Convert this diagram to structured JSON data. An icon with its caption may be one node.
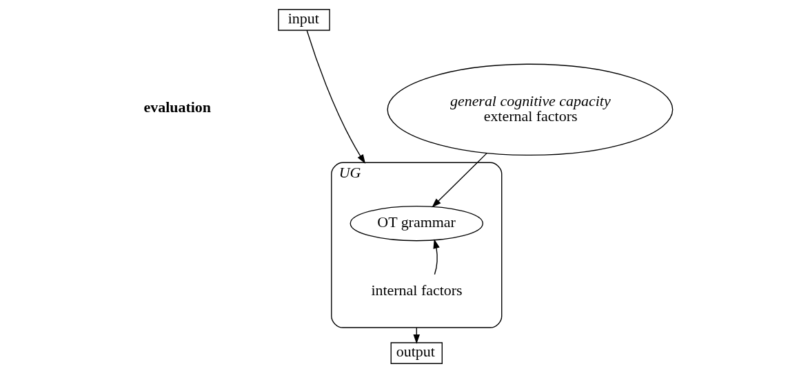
{
  "diagram": {
    "nodes": [
      {
        "text": [
          "input"
        ]
      },
      {
        "text": [
          "UG"
        ]
      },
      {
        "text": [
          "OT grammar"
        ],
        "in": 1
      },
      {
        "text": [
          "internal factors"
        ],
        "in": 1
      },
      {
        "text": [
          "general cognitive capacity",
          "external factors"
        ]
      },
      {
        "text": [
          "output"
        ]
      }
    ],
    "edges": [
      {
        "from": 0,
        "to": 1,
        "arrow": "to"
      },
      {
        "from": 3,
        "to": 2,
        "arrow": "to"
      },
      {
        "from": 4,
        "to": 2,
        "arrow": "to"
      },
      {
        "from": 1,
        "to": 5,
        "arrow": "to"
      }
    ],
    "labels": [
      "evaluation"
    ]
  }
}
